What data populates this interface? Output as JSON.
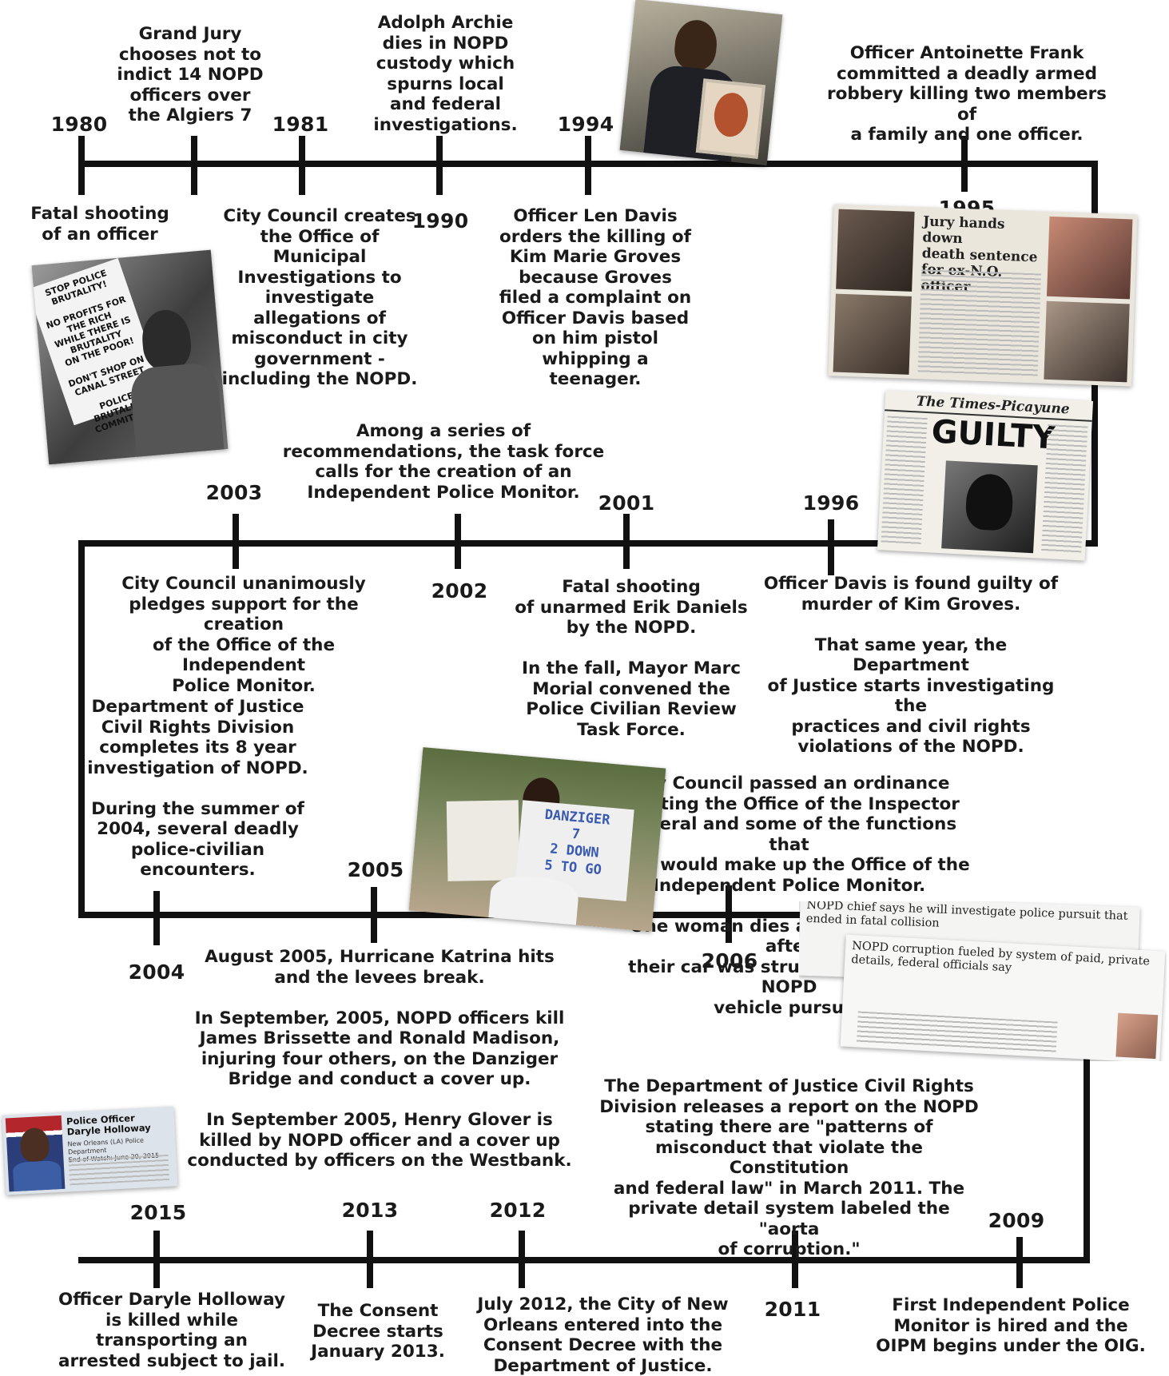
{
  "rows": [
    {
      "events": [
        {
          "year": "1980",
          "text": "Fatal shooting\nof an officer"
        },
        {
          "year": "",
          "text": "Grand Jury\nchooses not to\nindict 14 NOPD\nofficers over\nthe Algiers 7"
        },
        {
          "year": "1981",
          "text": "City Council creates\nthe Office of\nMunicipal\nInvestigations to\ninvestigate\nallegations of\nmisconduct in city\ngovernment -\nincluding the NOPD."
        },
        {
          "year": "1990",
          "text": "Adolph Archie\ndies in NOPD\ncustody which\nspurns local\nand federal\ninvestigations."
        },
        {
          "year": "1994",
          "text": "Officer Len Davis\norders the killing of\nKim Marie Groves\nbecause Groves\nfiled a complaint on\nOfficer Davis based\non him pistol\nwhipping a\nteenager."
        },
        {
          "year": "1995",
          "text": "Officer Antoinette Frank\ncommitted a deadly armed\nrobbery killing two members of\na family and one officer."
        }
      ]
    },
    {
      "events": [
        {
          "year": "1996",
          "text": "Officer Davis is found guilty of\nmurder of Kim Groves.\n\nThat same year, the Department\nof Justice starts investigating the\npractices and civil rights\nviolations of the NOPD."
        },
        {
          "year": "2001",
          "text": "Fatal shooting\nof unarmed Erik Daniels\nby the NOPD.\n\nIn the fall, Mayor Marc\nMorial convened the\nPolice Civilian Review\nTask Force."
        },
        {
          "year": "2002",
          "text": "Among a series of\nrecommendations, the task force\ncalls for the creation of an\nIndependent Police Monitor."
        },
        {
          "year": "2003",
          "text": "City Council unanimously\npledges support for the creation\nof the Office of the Independent\nPolice Monitor."
        }
      ]
    },
    {
      "events": [
        {
          "year": "2004",
          "text": "Department of Justice\nCivil Rights Division\ncompletes its 8 year\ninvestigation of NOPD.\n\nDuring the summer of\n2004, several deadly\npolice-civilian\nencounters."
        },
        {
          "year": "2005",
          "text": "August 2005, Hurricane Katrina hits\nand the levees break.\n\nIn September, 2005, NOPD officers kill\nJames Brissette and Ronald Madison,\ninjuring four others, on the Danziger\nBridge and conduct a cover up.\n\nIn September 2005, Henry Glover is\nkilled by NOPD officer and a cover up\nconducted by officers on the Westbank."
        },
        {
          "year": "2006",
          "text": "City Council passed an ordinance\ncreating the Office of the Inspector\nGeneral and some of the functions that\nlater would make up the Office of the\nIndependent Police Monitor.\n\nOne woman dies and two injured after\ntheir car was struck because of a NOPD\nvehicle pursuit."
        }
      ]
    },
    {
      "events": [
        {
          "year": "2009",
          "text": "First Independent Police\nMonitor is hired and the\nOIPM begins under the OIG."
        },
        {
          "year": "2011",
          "text": "The Department of Justice Civil Rights\nDivision releases a report on the NOPD\nstating there are \"patterns of\nmisconduct that violate the Constitution\nand federal law\" in March 2011.  The\nprivate detail system  labeled the \"aorta\nof corruption.\""
        },
        {
          "year": "2012",
          "text": "July 2012, the City of New\nOrleans entered into the\nConsent Decree with the\nDepartment of Justice."
        },
        {
          "year": "2013",
          "text": "The Consent\nDecree starts\nJanuary 2013."
        },
        {
          "year": "2015",
          "text": "Officer Daryle Holloway\nis killed while\ntransporting an\narrested subject to jail."
        }
      ]
    }
  ],
  "images": {
    "protest_sign": "STOP POLICE\nBRUTALITY!\n\nNO PROFITS FOR THE RICH\nWHILE THERE IS BRUTALITY\nON THE POOR!\n\nDON'T SHOP ON\nCANAL STREET\n\nPOLICE BRUTALITY COMMITTEE",
    "jury_headline": "Jury hands down\ndeath sentence\nfor ex-N.O. officer",
    "paper_masthead": "The Times-Picayune",
    "paper_headline": "GUILTY",
    "danziger_sign": "DANZIGER\n7\n2 DOWN\n5 TO GO",
    "holloway_card": "Police Officer\nDaryle Holloway",
    "holloway_sub": "New Orleans (LA) Police Department\nEnd of Watch: June 20, 2015",
    "clip_headline_1": "NOPD chief says he will investigate police pursuit that\nended in fatal collision",
    "clip_headline_2": "NOPD corruption fueled by system of paid, private\ndetails, federal officials say"
  }
}
